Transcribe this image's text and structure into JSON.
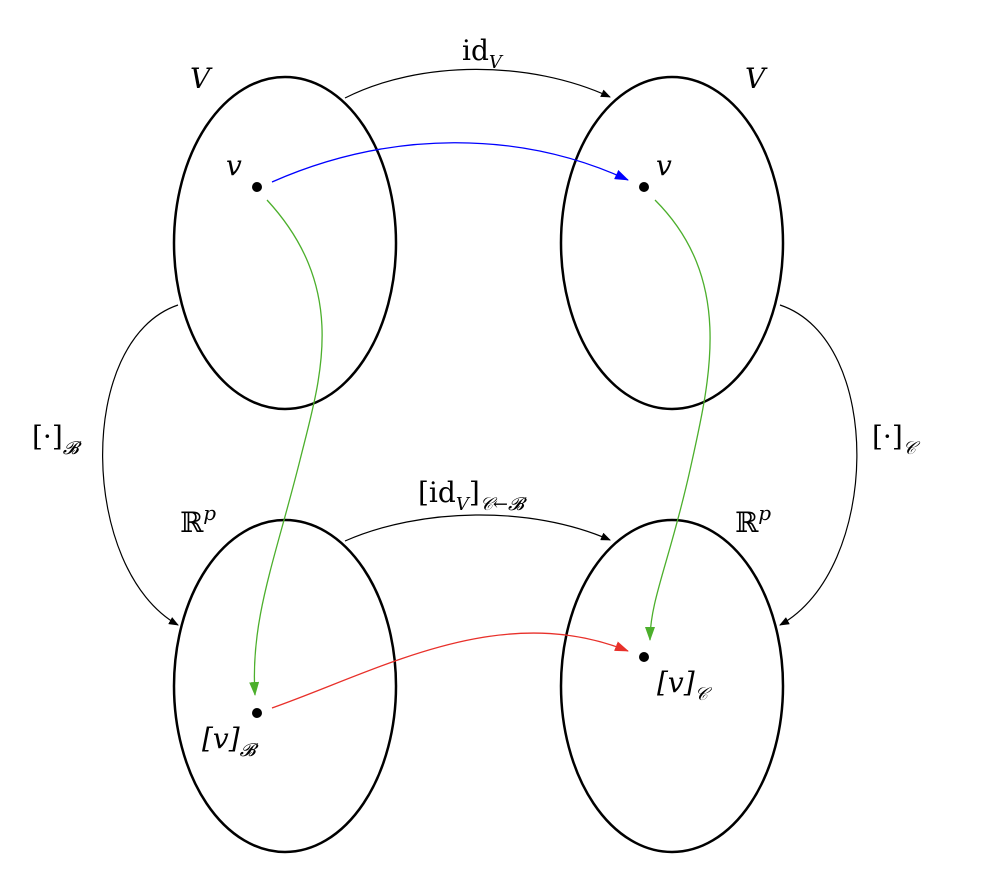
{
  "sets": {
    "top_left": "V",
    "top_right": "V",
    "bottom_left": "ℝ",
    "bottom_left_sup": "p",
    "bottom_right": "ℝ",
    "bottom_right_sup": "p"
  },
  "points": {
    "top_left": "v",
    "top_right": "v",
    "bottom_left": "[v]",
    "bottom_left_sub": "𝓑",
    "bottom_right": "[v]",
    "bottom_right_sub": "𝒞"
  },
  "maps": {
    "top": "id",
    "top_sub": "V",
    "left": "[·]",
    "left_sub": "𝓑",
    "right": "[·]",
    "right_sub": "𝒞",
    "bottom": "[id",
    "bottom_sub1": "V",
    "bottom_close": "]",
    "bottom_sub2": "𝒞←𝓑"
  },
  "colors": {
    "blue": "#0000ff",
    "green": "#4caf2c",
    "red": "#e8302a",
    "black": "#000000"
  }
}
